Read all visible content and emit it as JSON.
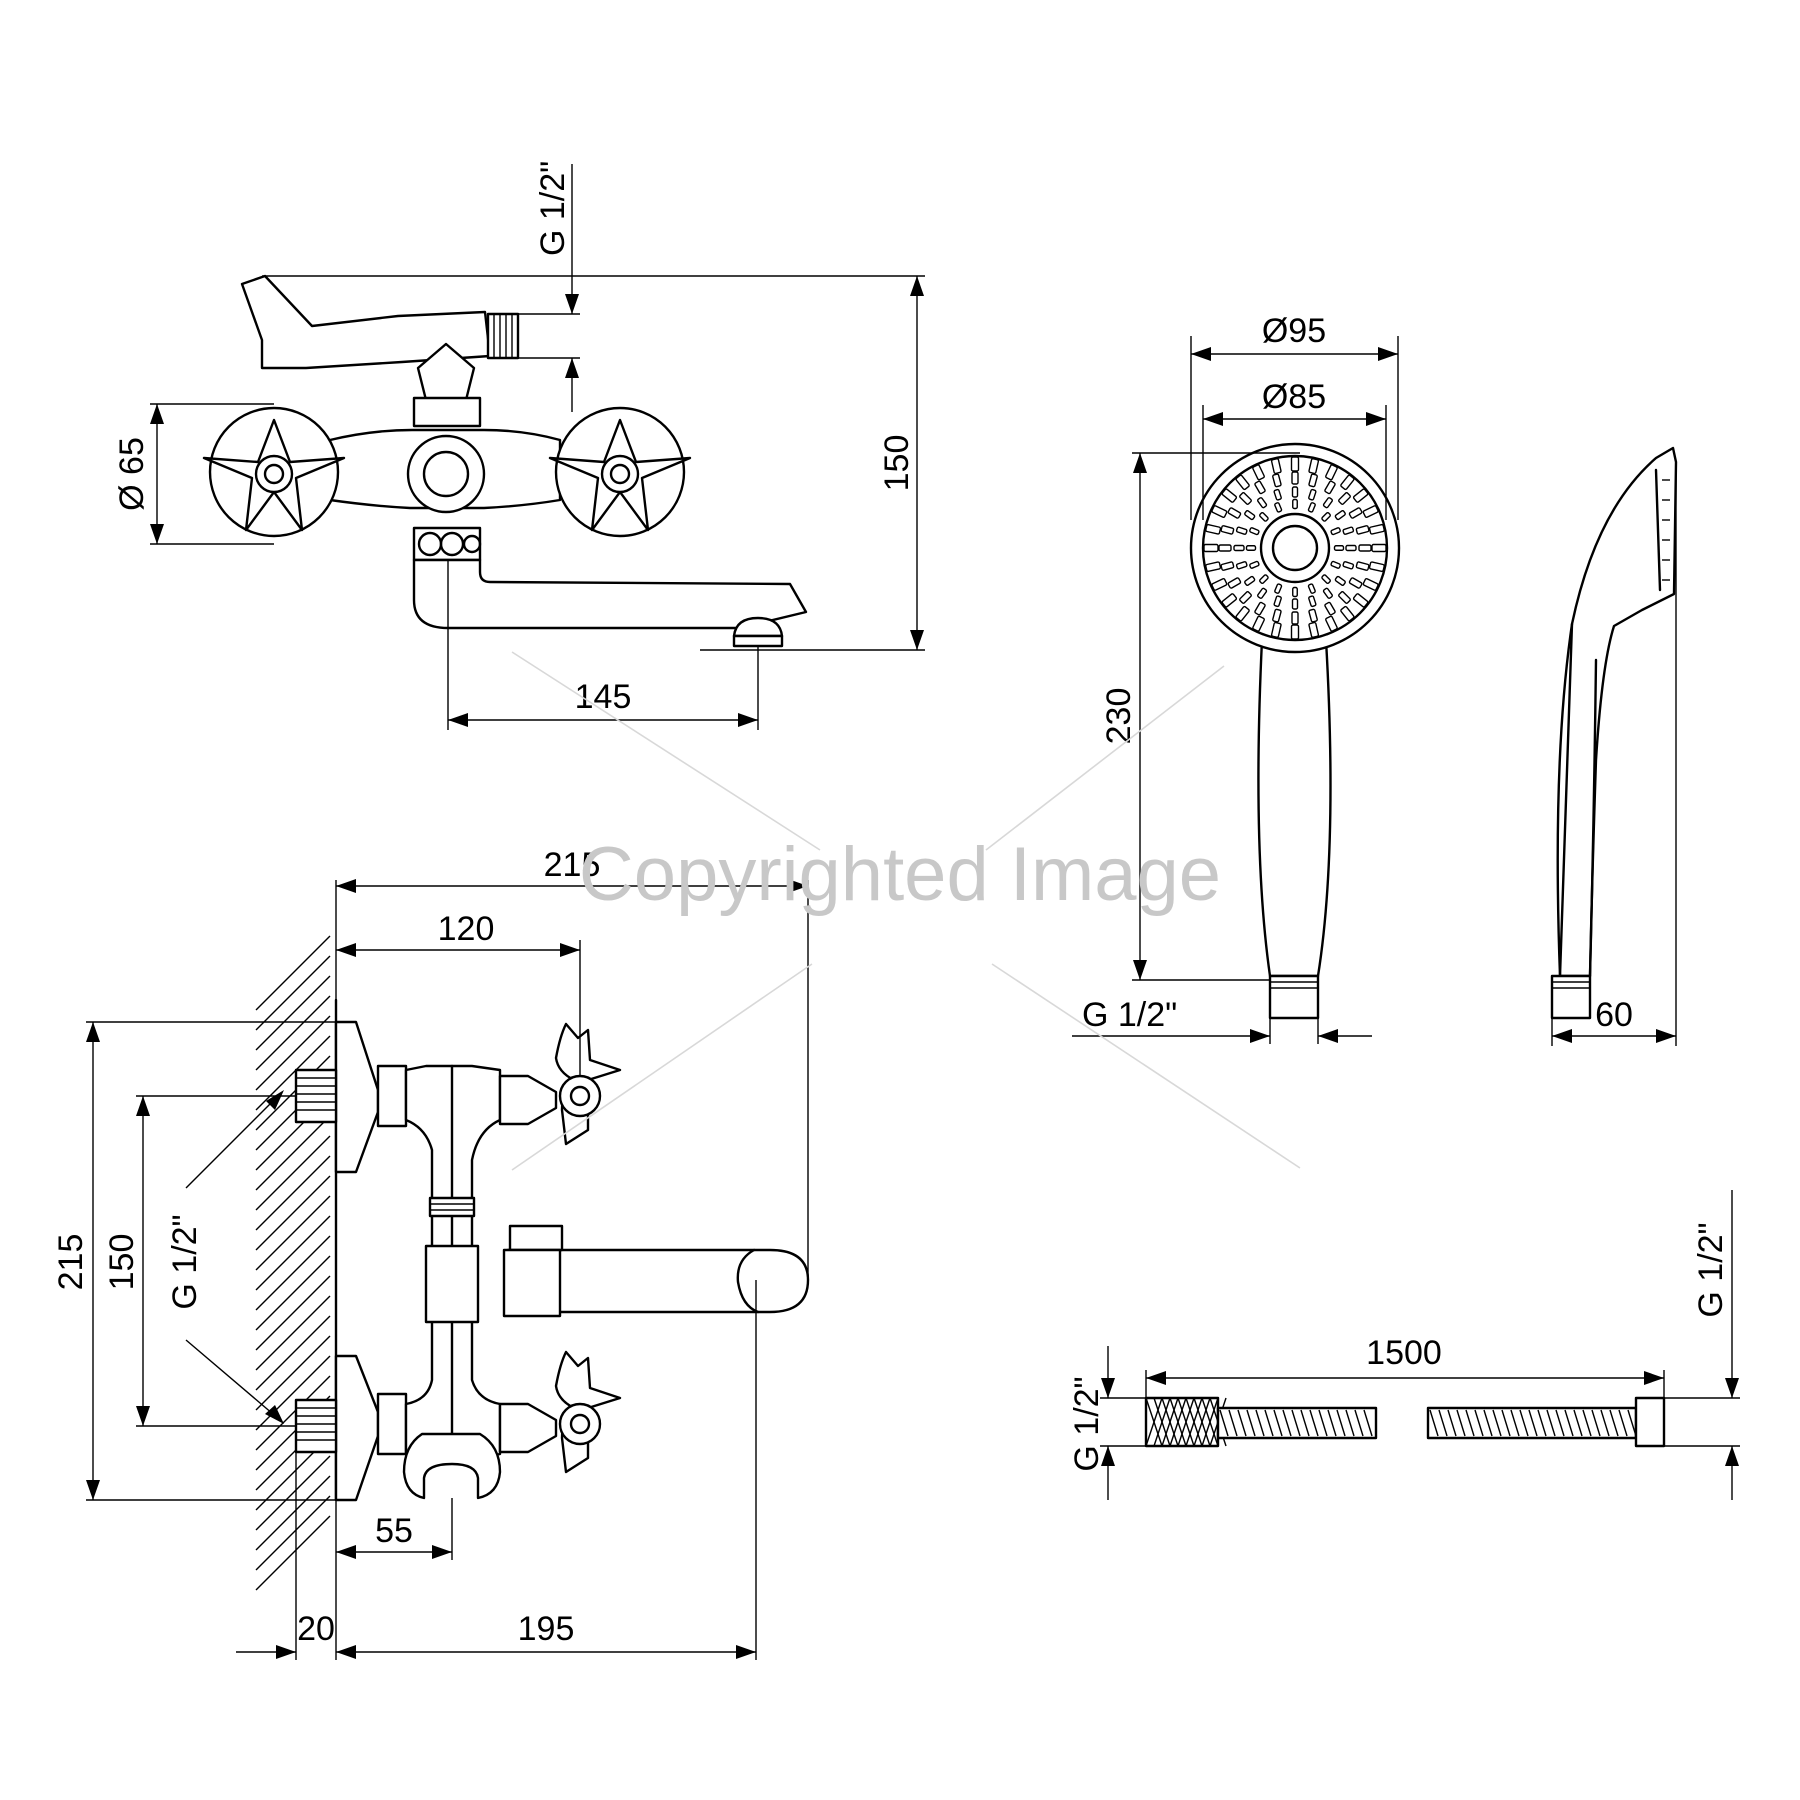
{
  "diagram": {
    "top_view": {
      "thread_label": "G 1/2\"",
      "handle_diameter_label": "Ø 65",
      "height_label": "150",
      "spout_reach_label": "145"
    },
    "hand_shower_front": {
      "outer_diameter_label": "Ø95",
      "inner_diameter_label": "Ø85",
      "length_label": "230",
      "thread_label": "G 1/2\""
    },
    "hand_shower_side": {
      "depth_label": "60"
    },
    "front_view": {
      "total_width_label": "215",
      "axis_offset_label": "120",
      "total_height_label": "215",
      "inlet_spacing_label": "150",
      "thread_label": "G 1/2\"",
      "holder_offset_label": "55",
      "wall_offset_label": "20",
      "spout_projection_label": "195"
    },
    "hose": {
      "length_label": "1500",
      "left_thread_label": "G 1/2\"",
      "right_thread_label": "G 1/2\""
    },
    "watermark": "Copyrighted Image"
  }
}
